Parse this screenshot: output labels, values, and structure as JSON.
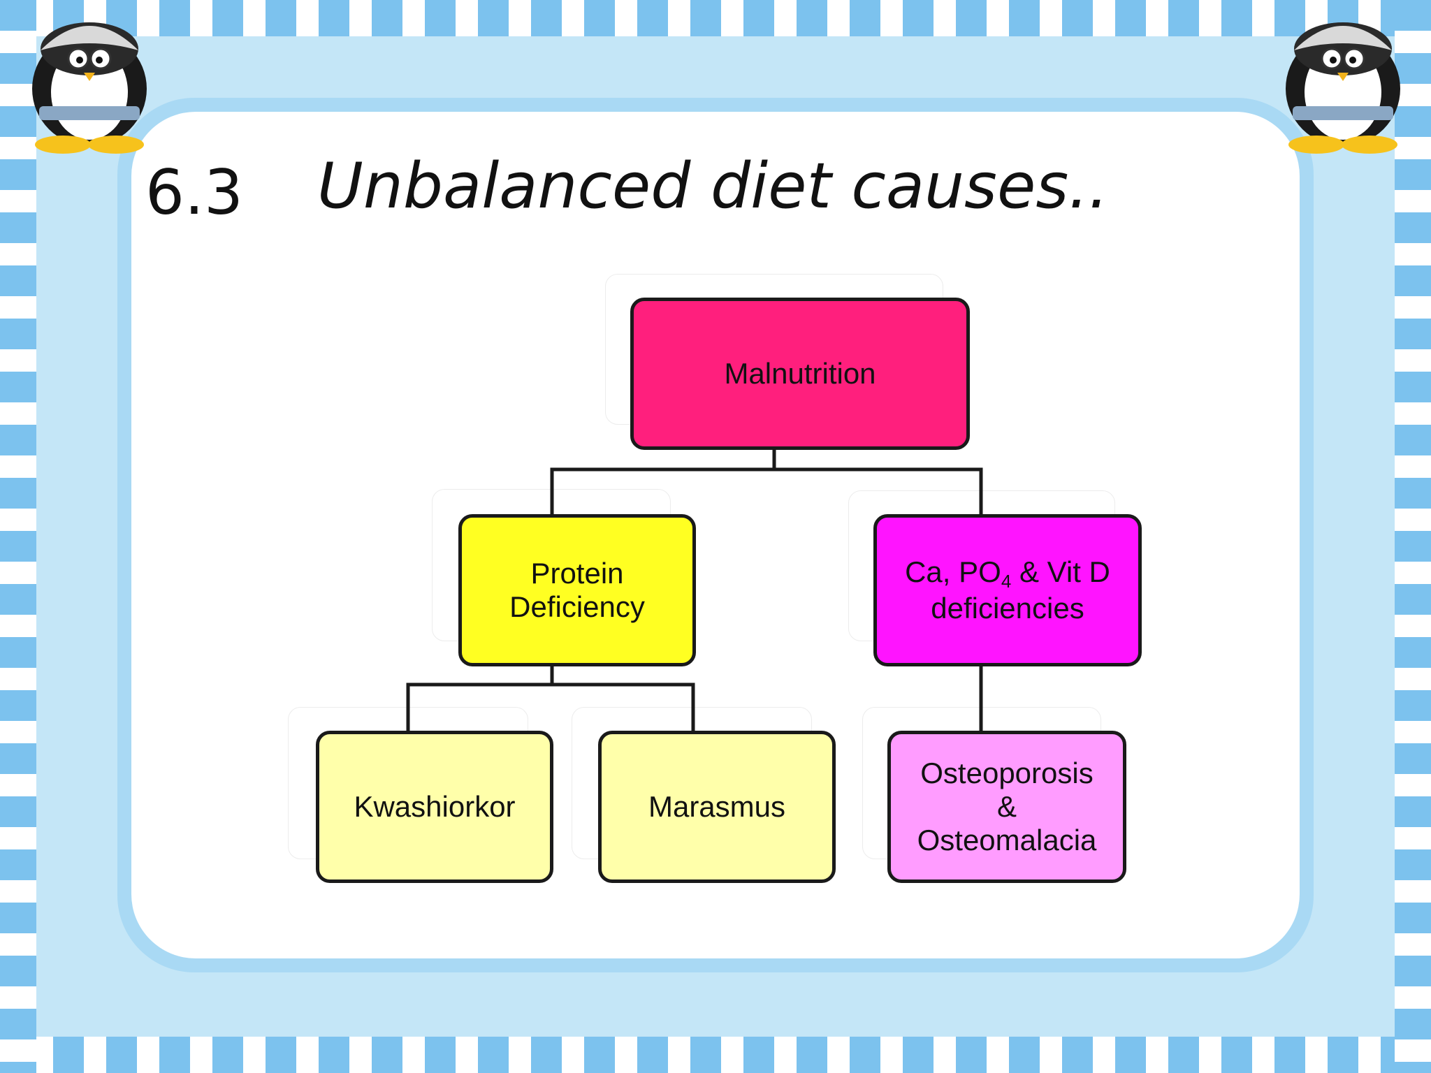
{
  "slide": {
    "number": "6.3",
    "title": "Unbalanced diet causes.."
  },
  "diagram": {
    "root": {
      "label": "Malnutrition",
      "color": "#ff1f7d"
    },
    "protein": {
      "line1": "Protein",
      "line2": "Deficiency",
      "color": "#ffff22"
    },
    "minerals": {
      "line1_prefix": "Ca, PO",
      "line1_subscript": "4",
      "line1_suffix": " & Vit D",
      "line2": "deficiencies",
      "color": "#ff14ff"
    },
    "kwashiorkor": {
      "label": "Kwashiorkor",
      "color": "#ffffaa"
    },
    "marasmus": {
      "label": "Marasmus",
      "color": "#ffffaa"
    },
    "bone": {
      "line1": "Osteoporosis",
      "line2": "&",
      "line3": "Osteomalacia",
      "color": "#ff9cff"
    }
  },
  "theme": {
    "stripe_blue": "#7cc2ee",
    "background_blue": "#c4e6f7",
    "panel_white": "#ffffff"
  }
}
